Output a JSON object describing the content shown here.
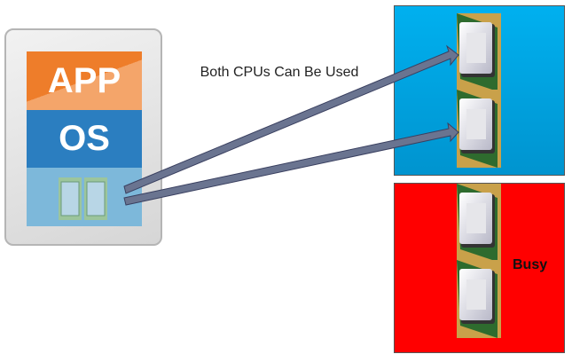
{
  "vm": {
    "app_label": "APP",
    "os_label": "OS"
  },
  "annotation": "Both CPUs Can Be Used",
  "busy_label": "Busy",
  "colors": {
    "app": "#ee7d2a",
    "os": "#2b7ec0",
    "available_host": "#00a8e6",
    "busy_host": "#ff0000"
  }
}
